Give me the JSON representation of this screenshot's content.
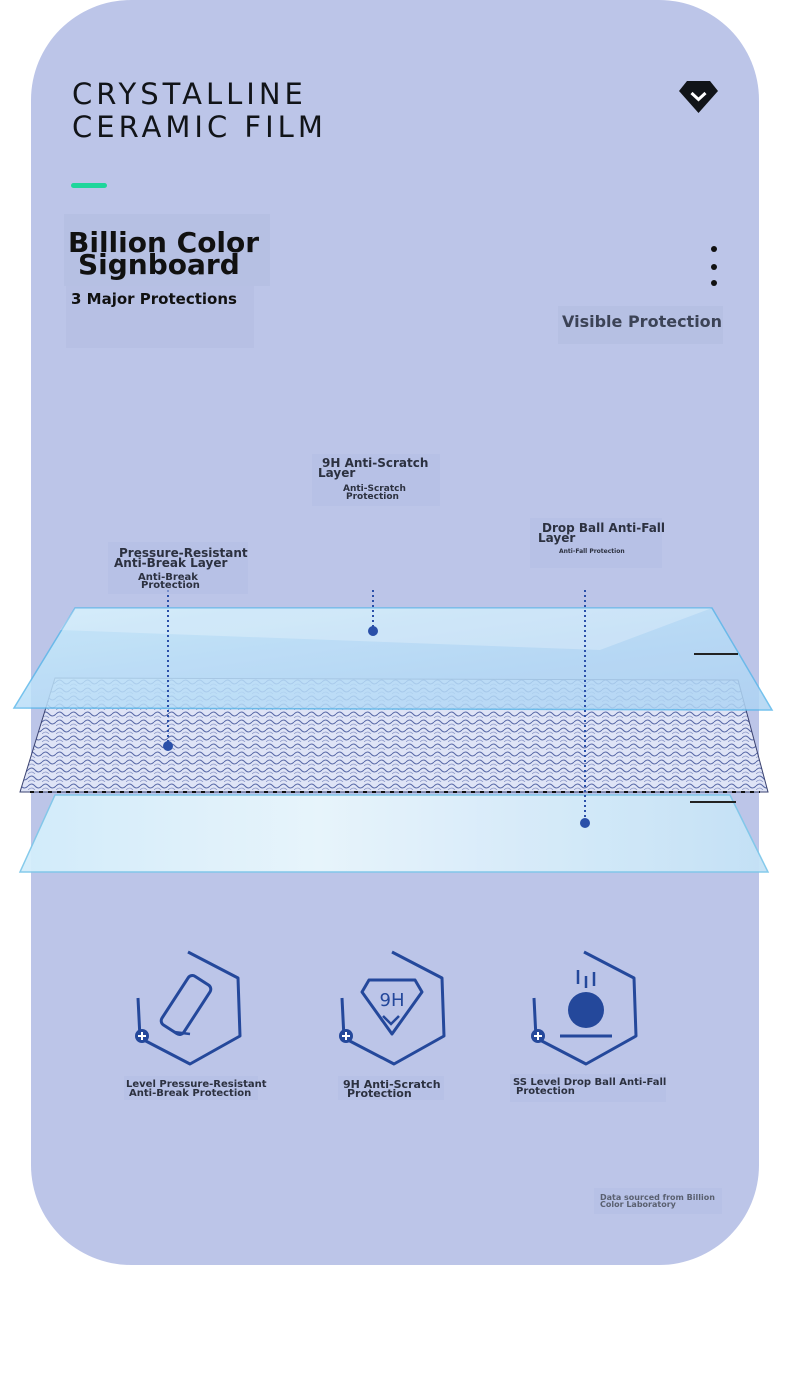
{
  "header": {
    "title_line1": "CRYSTALLINE",
    "title_line2": "CERAMIC FILM",
    "accent_color": "#1fd69b",
    "logo_icon": "diamond-chevron-icon"
  },
  "brand": {
    "line1": "Billion Color",
    "line2": "Signboard",
    "subtitle": "3 Major Protections"
  },
  "side": {
    "menu_icon": "vertical-dots-icon",
    "label": "Visible Protection"
  },
  "callouts": {
    "scratch": {
      "title1": "9H Anti-Scratch",
      "title2": "Layer",
      "sub1": "Anti-Scratch",
      "sub2": "Protection"
    },
    "pressure": {
      "title1": "Pressure-Resistant",
      "title2": "Anti-Break Layer",
      "sub1": "Anti-Break",
      "sub2": "Protection"
    },
    "drop": {
      "title1": "Drop Ball Anti-Fall",
      "title2": "Layer",
      "sub1": "Anti-Fall Protection"
    }
  },
  "features": [
    {
      "icon": "pen-stylus-icon",
      "line1": "Level Pressure-Resistant",
      "line2": "Anti-Break Protection"
    },
    {
      "icon": "9h-diamond-icon",
      "badge": "9H",
      "line1": "9H Anti-Scratch",
      "line2": "Protection"
    },
    {
      "icon": "drop-ball-icon",
      "line1": "SS Level Drop Ball Anti-Fall",
      "line2": "Protection"
    }
  ],
  "footnote": {
    "line1": "Data sourced from Billion",
    "line2": "Color Laboratory"
  },
  "colors": {
    "card_bg": "#bcc5e8",
    "line_blue": "#2a4fa8",
    "icon_blue": "#24489b"
  }
}
